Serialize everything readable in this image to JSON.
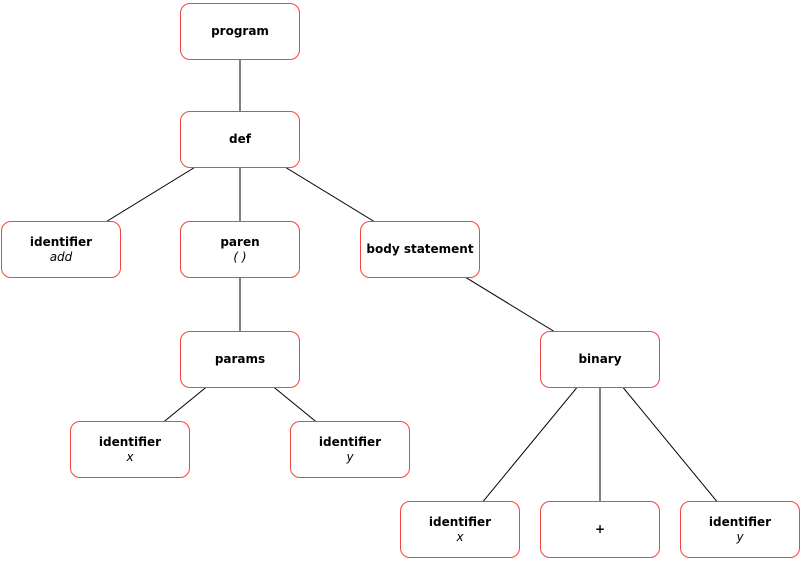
{
  "diagram": {
    "type": "tree",
    "description": "abstract-syntax-tree",
    "colors": {
      "node_border": "#f0463c",
      "node_background": "#ffffff",
      "edge": "#000000",
      "text": "#000000",
      "page_background": "#ffffff"
    },
    "nodes": [
      {
        "id": "program",
        "label": "program",
        "sublabel": ""
      },
      {
        "id": "def",
        "label": "def",
        "sublabel": ""
      },
      {
        "id": "identifier-add",
        "label": "identifier",
        "sublabel": "add"
      },
      {
        "id": "paren",
        "label": "paren",
        "sublabel": "( )"
      },
      {
        "id": "body-statement",
        "label": "body statement",
        "sublabel": ""
      },
      {
        "id": "params",
        "label": "params",
        "sublabel": ""
      },
      {
        "id": "binary",
        "label": "binary",
        "sublabel": ""
      },
      {
        "id": "param-identifier-x",
        "label": "identifier",
        "sublabel": "x"
      },
      {
        "id": "param-identifier-y",
        "label": "identifier",
        "sublabel": "y"
      },
      {
        "id": "binary-identifier-x",
        "label": "identifier",
        "sublabel": "x"
      },
      {
        "id": "plus-operator",
        "label": "+",
        "sublabel": ""
      },
      {
        "id": "binary-identifier-y",
        "label": "identifier",
        "sublabel": "y"
      }
    ],
    "edges": [
      {
        "from": "program",
        "to": "def"
      },
      {
        "from": "def",
        "to": "identifier-add"
      },
      {
        "from": "def",
        "to": "paren"
      },
      {
        "from": "def",
        "to": "body-statement"
      },
      {
        "from": "paren",
        "to": "params"
      },
      {
        "from": "params",
        "to": "param-identifier-x"
      },
      {
        "from": "params",
        "to": "param-identifier-y"
      },
      {
        "from": "body-statement",
        "to": "binary"
      },
      {
        "from": "binary",
        "to": "binary-identifier-x"
      },
      {
        "from": "binary",
        "to": "plus-operator"
      },
      {
        "from": "binary",
        "to": "binary-identifier-y"
      }
    ]
  }
}
